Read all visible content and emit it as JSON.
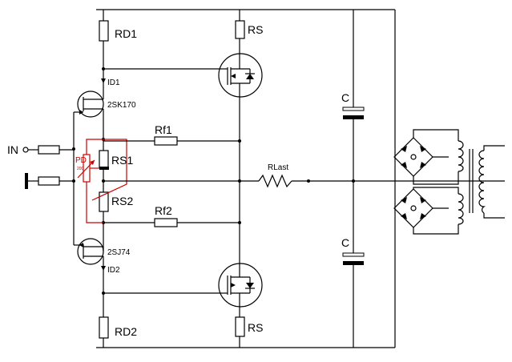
{
  "labels": {
    "rd1": "RD1",
    "rd2": "RD2",
    "rs_top": "RS",
    "rs_bottom": "RS",
    "id1": "ID1",
    "id2": "ID2",
    "jfet_n": "2SK170",
    "jfet_p": "2SJ74",
    "rf1": "Rf1",
    "rf2": "Rf2",
    "rs1": "RS1",
    "rs2": "RS2",
    "rlast": "RLast",
    "c_top": "C",
    "c_bottom": "C",
    "input": "IN",
    "pd": "PD",
    "pd_value": "200"
  },
  "colors": {
    "wire": "#000000",
    "trim_wire": "#cc0000"
  }
}
